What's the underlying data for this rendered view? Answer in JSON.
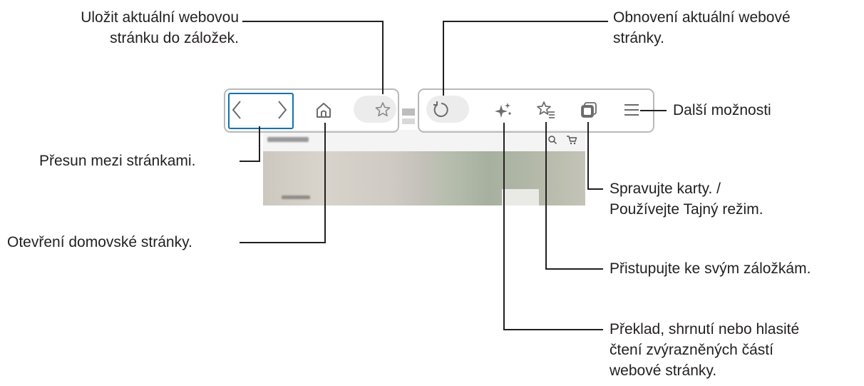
{
  "callouts": {
    "bookmark_save": "Uložit aktuální webovou\nstránku do záložek.",
    "navigate": "Přesun mezi stránkami.",
    "home": "Otevření domovské stránky.",
    "refresh": "Obnovení aktuální webové\nstránky.",
    "more": "Další možnosti",
    "tabs": "Spravujte karty. /\nPoužívejte Tajný režim.",
    "bookmarks": "Přistupujte ke svým záložkám.",
    "ai_tools": "Překlad, shrnutí nebo hlasité\nčtení zvýrazněných částí\nwebové stránky."
  },
  "icons": {
    "back": "chevron-left-icon",
    "forward": "chevron-right-icon",
    "home": "home-icon",
    "add_bookmark": "star-icon",
    "refresh": "refresh-icon",
    "ai": "sparkle-icon",
    "bookmarks": "star-list-icon",
    "tabs": "tabs-icon",
    "menu": "hamburger-icon",
    "search": "search-icon",
    "cart": "cart-icon"
  },
  "colors": {
    "highlight": "#0a72c2",
    "frame": "#b9b9b9",
    "icon": "#6b6b6b",
    "leader": "#231f20"
  }
}
